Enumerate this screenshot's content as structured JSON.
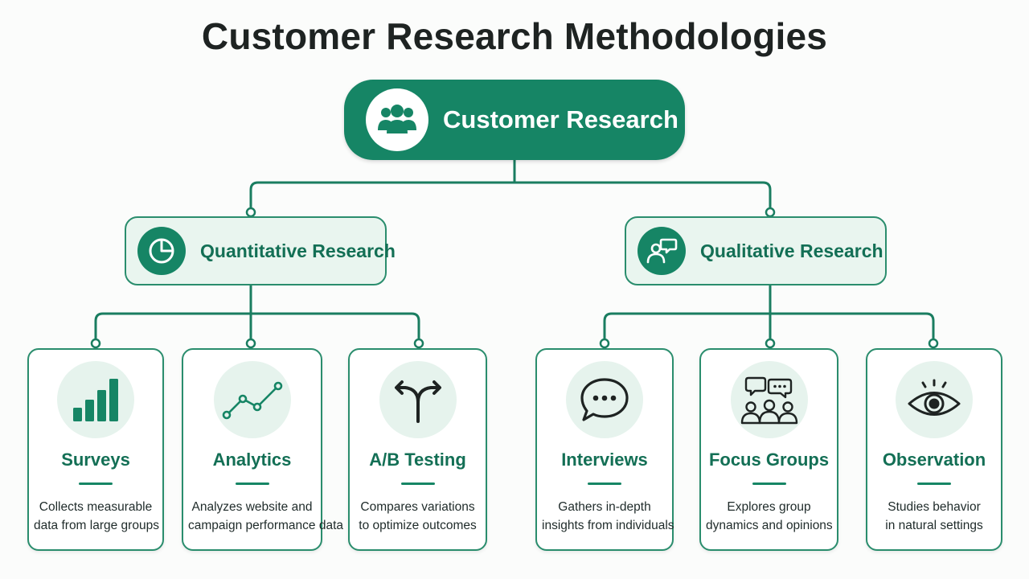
{
  "title": "Customer Research Methodologies",
  "colors": {
    "primary": "#168565",
    "branch_fill": "#e9f5ef",
    "icon_bg": "#e6f3ed",
    "text_dark": "#1e2322"
  },
  "root": {
    "label": "Customer Research",
    "icon": "users-group-icon"
  },
  "branches": [
    {
      "label": "Quantitative Research",
      "icon": "pie-chart-icon",
      "methods": [
        {
          "title": "Surveys",
          "icon": "bar-chart-icon",
          "desc": [
            "Collects measurable",
            "data from large groups"
          ]
        },
        {
          "title": "Analytics",
          "icon": "line-chart-icon",
          "desc": [
            "Analyzes website and",
            "campaign performance data"
          ]
        },
        {
          "title": "A/B Testing",
          "icon": "split-arrows-icon",
          "desc": [
            "Compares variations",
            "to optimize outcomes"
          ]
        }
      ]
    },
    {
      "label": "Qualitative Research",
      "icon": "person-speech-icon",
      "methods": [
        {
          "title": "Interviews",
          "icon": "speech-bubble-icon",
          "desc": [
            "Gathers in-depth",
            "insights from individuals"
          ]
        },
        {
          "title": "Focus Groups",
          "icon": "group-discussion-icon",
          "desc": [
            "Explores group",
            "dynamics and opinions"
          ]
        },
        {
          "title": "Observation",
          "icon": "eye-icon",
          "desc": [
            "Studies behavior",
            "in natural settings"
          ]
        }
      ]
    }
  ]
}
